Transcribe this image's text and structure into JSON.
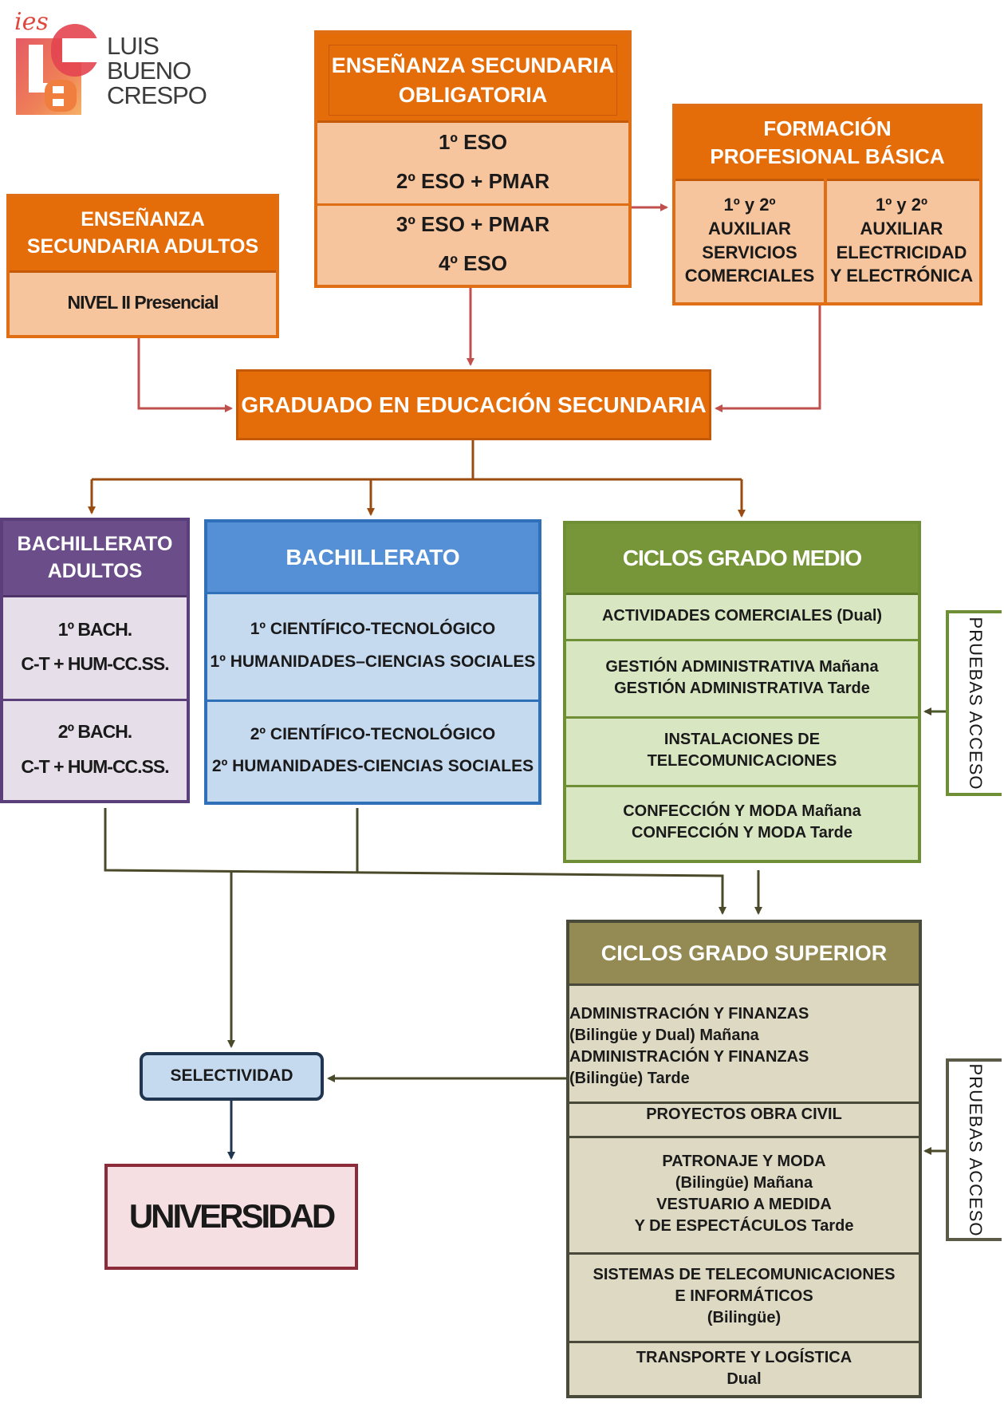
{
  "logo": {
    "prefix": "ies",
    "mark": "LBC",
    "line1": "LUIS",
    "line2": "BUENO",
    "line3": "CRESPO"
  },
  "eso": {
    "title1": "ENSEÑANZA SECUNDARIA",
    "title2": "OBLIGATORIA",
    "r1a": "1º ESO",
    "r1b": "2º ESO +  PMAR",
    "r2a": "3º ESO + PMAR",
    "r2b": "4º ESO"
  },
  "fpb": {
    "title1": "FORMACIÓN",
    "title2": "PROFESIONAL BÁSICA",
    "c1": [
      "1º y 2º",
      "AUXILIAR",
      "SERVICIOS",
      "COMERCIALES"
    ],
    "c2": [
      "1º y 2º",
      "AUXILIAR",
      "ELECTRICIDAD",
      "Y ELECTRÓNICA"
    ]
  },
  "esa": {
    "title1": "ENSEÑANZA",
    "title2": "SECUNDARIA ADULTOS",
    "level": "NIVEL II Presencial"
  },
  "graduado": "GRADUADO EN EDUCACIÓN SECUNDARIA",
  "bach_adultos": {
    "title1": "BACHILLERATO",
    "title2": "ADULTOS",
    "r1a": "1º  BACH.",
    "r1b": "C-T + HUM-CC.SS.",
    "r2a": "2º  BACH.",
    "r2b": "C-T + HUM-CC.SS."
  },
  "bachillerato": {
    "title": "BACHILLERATO",
    "r1a": "1º CIENTÍFICO-TECNOLÓGICO",
    "r1b": "1º HUMANIDADES–CIENCIAS SOCIALES",
    "r2a": "2º CIENTÍFICO-TECNOLÓGICO",
    "r2b": "2º HUMANIDADES-CIENCIAS SOCIALES"
  },
  "cgm": {
    "title": "CICLOS GRADO MEDIO",
    "r1": "ACTIVIDADES COMERCIALES (Dual)",
    "r2a": "GESTIÓN ADMINISTRATIVA Mañana",
    "r2b": "GESTIÓN ADMINISTRATIVA Tarde",
    "r3a": "INSTALACIONES DE",
    "r3b": "TELECOMUNICACIONES",
    "r4a": "CONFECCIÓN Y MODA Mañana",
    "r4b": "CONFECCIÓN Y MODA Tarde"
  },
  "pruebas_acceso": "PRUEBAS ACCESO",
  "cgs": {
    "title": "CICLOS GRADO SUPERIOR",
    "r1": [
      "ADMINISTRACIÓN Y FINANZAS",
      "(Bilingüe y Dual)  Mañana",
      "ADMINISTRACIÓN Y FINANZAS",
      "(Bilingüe) Tarde"
    ],
    "r2": "PROYECTOS OBRA CIVIL",
    "r3": [
      "PATRONAJE Y MODA",
      "(Bilingüe)  Mañana",
      "VESTUARIO A MEDIDA",
      "Y DE ESPECTÁCULOS  Tarde"
    ],
    "r4": [
      "SISTEMAS DE TELECOMUNICACIONES",
      "E INFORMÁTICOS",
      "(Bilingüe)"
    ],
    "r5": [
      "TRANSPORTE Y LOGÍSTICA",
      "Dual"
    ]
  },
  "selectividad": "SELECTIVIDAD",
  "universidad": "UNIVERSIDAD",
  "colors": {
    "orange": "#e46d0a",
    "orange_light": "#f7c59d",
    "purple": "#6b4d8a",
    "blue": "#5590d6",
    "blue_light": "#c5d9ef",
    "green": "#77963a",
    "green_light": "#d9e6c2",
    "olive": "#948a54",
    "olive_light": "#ddd9c3",
    "arrow_red": "#c0504d",
    "arrow_brown": "#9a4b10",
    "arrow_dark": "#4a4a2a"
  }
}
